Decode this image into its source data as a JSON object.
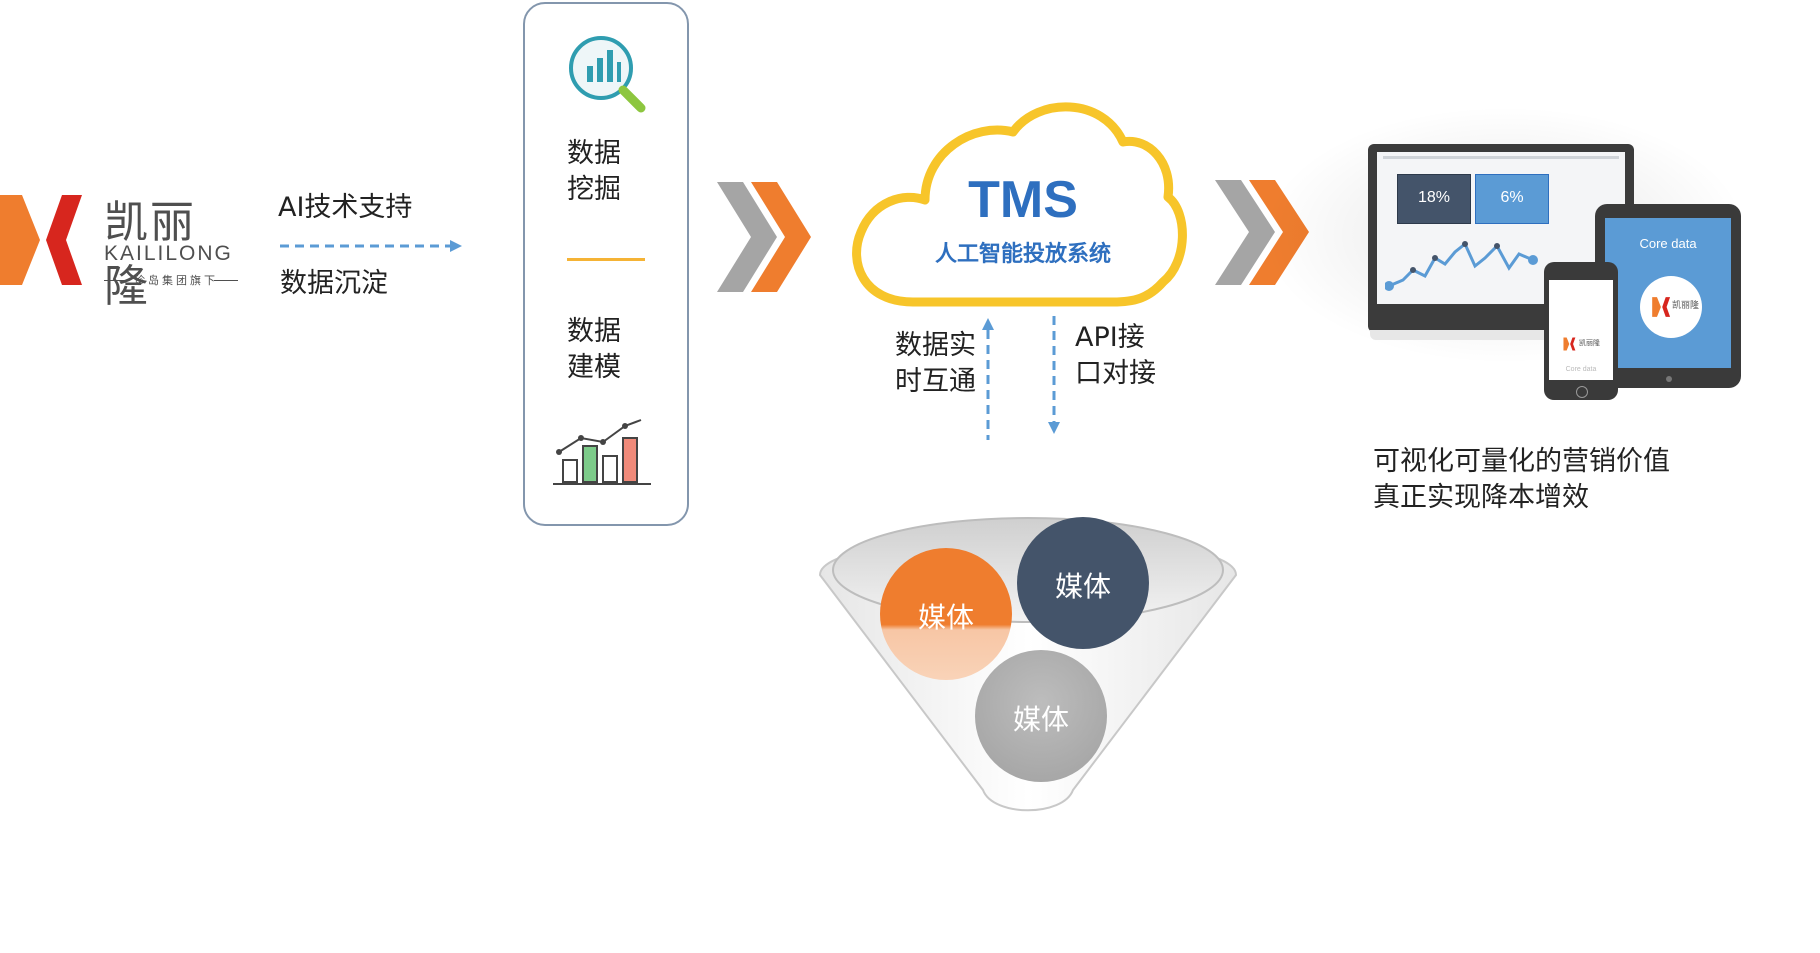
{
  "logo": {
    "name_cn": "凯丽隆",
    "name_en": "KAILILONG",
    "subtitle": "珍岛集团旗下"
  },
  "left_flow": {
    "top_label": "AI技术支持",
    "bottom_label": "数据沉淀"
  },
  "panel": {
    "item1_line1": "数据",
    "item1_line2": "挖掘",
    "item2_line1": "数据",
    "item2_line2": "建模",
    "icon1": "chart-magnifier-icon",
    "icon2": "bar-line-chart-icon"
  },
  "cloud": {
    "title": "TMS",
    "subtitle": "人工智能投放系统"
  },
  "arrows_labels": {
    "up_line1": "数据实",
    "up_line2": "时互通",
    "down_line1": "API接",
    "down_line2": "口对接"
  },
  "funnel": {
    "circles": [
      "媒体",
      "媒体",
      "媒体"
    ]
  },
  "devices": {
    "tile1": "18%",
    "tile2": "6%",
    "tablet_label": "Core data",
    "phone_label": "Core data"
  },
  "conclusion": {
    "line1": "可视化可量化的营销价值",
    "line2": "真正实现降本增效"
  },
  "colors": {
    "orange": "#ef7d2e",
    "gray": "#a5a5a5",
    "navy": "#44546a",
    "blue": "#2e6fbf",
    "cloud_yellow": "#f7c52a",
    "logo_red": "#d7261e"
  }
}
